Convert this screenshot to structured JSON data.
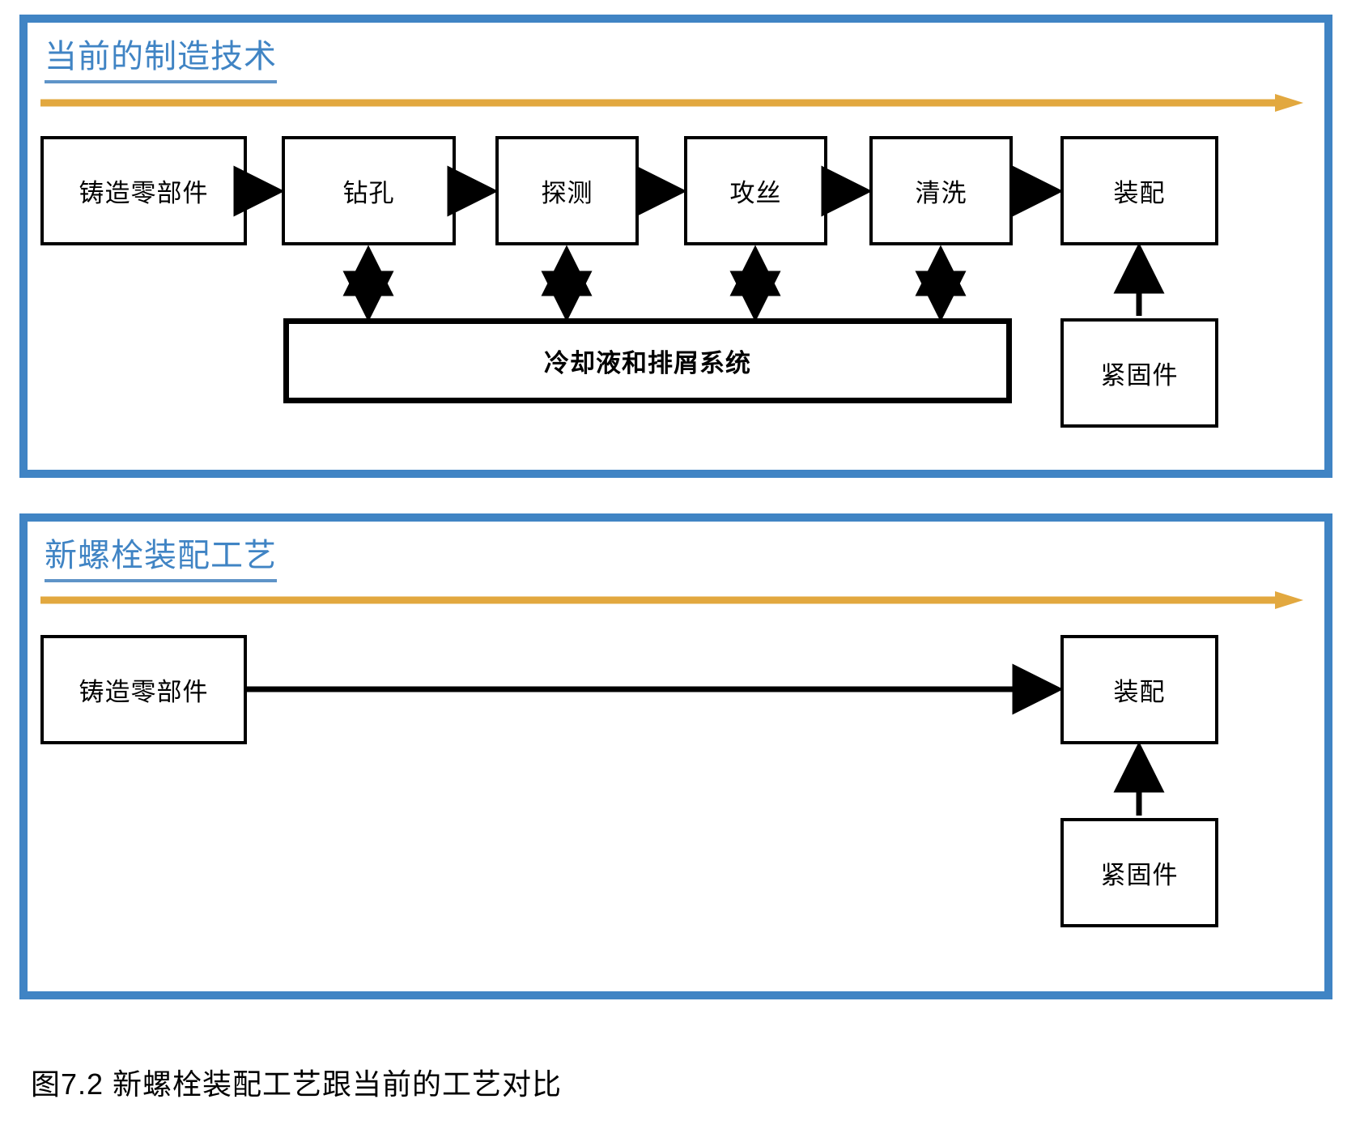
{
  "figure": {
    "caption": "图7.2  新螺栓装配工艺跟当前的工艺对比"
  },
  "colors": {
    "panel_border": "#4084c4",
    "title_text": "#4084c4",
    "title_underline": "#5f94c8",
    "timeline_arrow": "#e2a83f",
    "box_border": "#000000",
    "connector": "#000000",
    "background": "#ffffff"
  },
  "panels": [
    {
      "id": "current",
      "title": "当前的制造技术",
      "timeline_arrow": "orange-right-arrow",
      "process_boxes": [
        {
          "id": "cast",
          "label": "铸造零部件"
        },
        {
          "id": "drill",
          "label": "钻孔"
        },
        {
          "id": "probe",
          "label": "探测"
        },
        {
          "id": "tap",
          "label": "攻丝"
        },
        {
          "id": "wash",
          "label": "清洗"
        },
        {
          "id": "assembly",
          "label": "装配"
        }
      ],
      "support_box": {
        "id": "coolant",
        "label": "冷却液和排屑系统",
        "bold": true
      },
      "input_box": {
        "id": "fasteners",
        "label": "紧固件"
      }
    },
    {
      "id": "new",
      "title": "新螺栓装配工艺",
      "timeline_arrow": "orange-right-arrow",
      "process_boxes": [
        {
          "id": "cast",
          "label": "铸造零部件"
        },
        {
          "id": "assembly",
          "label": "装配"
        }
      ],
      "input_box": {
        "id": "fasteners",
        "label": "紧固件"
      }
    }
  ]
}
